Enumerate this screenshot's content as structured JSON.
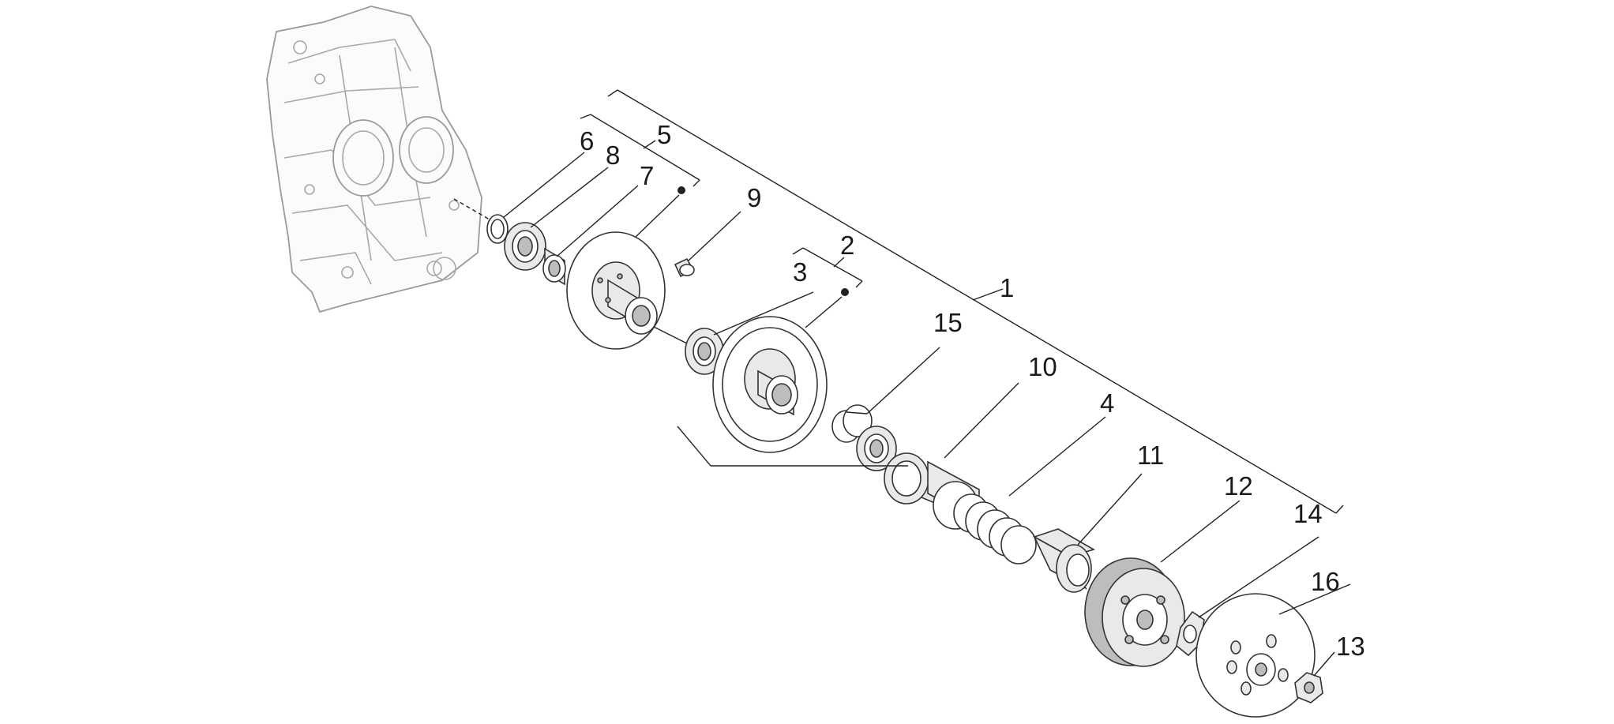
{
  "diagram": {
    "callouts": [
      {
        "id": "p1",
        "label": "1"
      },
      {
        "id": "p2",
        "label": "2"
      },
      {
        "id": "p3",
        "label": "3"
      },
      {
        "id": "p4",
        "label": "4"
      },
      {
        "id": "p5",
        "label": "5"
      },
      {
        "id": "p6",
        "label": "6"
      },
      {
        "id": "p7",
        "label": "7"
      },
      {
        "id": "p8",
        "label": "8"
      },
      {
        "id": "p9",
        "label": "9"
      },
      {
        "id": "p10",
        "label": "10"
      },
      {
        "id": "p11",
        "label": "11"
      },
      {
        "id": "p12",
        "label": "12"
      },
      {
        "id": "p13",
        "label": "13"
      },
      {
        "id": "p14",
        "label": "14"
      },
      {
        "id": "p15",
        "label": "15"
      },
      {
        "id": "p16",
        "label": "16"
      }
    ],
    "colors": {
      "line": "#222222",
      "housing": "#9a9a9a",
      "part_fill": "#e9e9e9"
    }
  }
}
